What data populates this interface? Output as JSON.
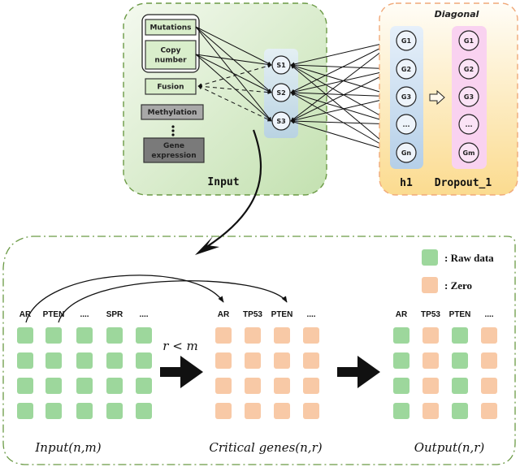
{
  "top_panel": {
    "input_title": "Input",
    "input_boxes": [
      {
        "label": [
          "Mutations"
        ],
        "type": "raw"
      },
      {
        "label": [
          "Copy",
          "number"
        ],
        "type": "raw"
      },
      {
        "label": [
          "Fusion"
        ],
        "type": "raw"
      },
      {
        "label": [
          "Methylation"
        ],
        "type": "other"
      },
      {
        "label": [
          "Gene",
          "expression"
        ],
        "type": "other-dark"
      }
    ],
    "s_nodes": [
      "S1",
      "S2",
      "S3"
    ],
    "diagonal_title": "Diagonal",
    "h1_nodes": [
      "G1",
      "G2",
      "G3",
      "...",
      "Gn"
    ],
    "h1_label": "h1",
    "dropout_nodes": [
      "G1",
      "G2",
      "G3",
      "...",
      "Gm"
    ],
    "dropout_label": "Dropout_1"
  },
  "bottom_panel": {
    "legend": [
      {
        "label": ": Raw data",
        "color": "#9dd79c"
      },
      {
        "label": ": Zero",
        "color": "#f8c9a6"
      }
    ],
    "input_matrix": {
      "headers": [
        "AR",
        "PTEN",
        "....",
        "SPR",
        "...."
      ],
      "caption": "Input(n,m)",
      "rows": 4,
      "cells": [
        [
          "raw",
          "raw",
          "raw",
          "raw",
          "raw"
        ],
        [
          "raw",
          "raw",
          "raw",
          "raw",
          "raw"
        ],
        [
          "raw",
          "raw",
          "raw",
          "raw",
          "raw"
        ],
        [
          "raw",
          "raw",
          "raw",
          "raw",
          "raw"
        ]
      ]
    },
    "condition": "r < m",
    "critical_matrix": {
      "headers": [
        "AR",
        "TP53",
        "PTEN",
        "...."
      ],
      "caption": "Critical genes(n,r)",
      "cells": [
        [
          "zero",
          "zero",
          "zero",
          "zero"
        ],
        [
          "zero",
          "zero",
          "zero",
          "zero"
        ],
        [
          "zero",
          "zero",
          "zero",
          "zero"
        ],
        [
          "zero",
          "zero",
          "zero",
          "zero"
        ]
      ]
    },
    "output_matrix": {
      "headers": [
        "AR",
        "TP53",
        "PTEN",
        "...."
      ],
      "caption": "Output(n,r)",
      "cells": [
        [
          "raw",
          "zero",
          "raw",
          "zero"
        ],
        [
          "raw",
          "zero",
          "raw",
          "zero"
        ],
        [
          "raw",
          "zero",
          "raw",
          "zero"
        ],
        [
          "raw",
          "zero",
          "raw",
          "zero"
        ]
      ]
    }
  },
  "colors": {
    "raw": "#9dd79c",
    "zero": "#f8c9a6",
    "input_panel_border": "#6b9a45",
    "diagonal_panel_border": "#f0a878"
  }
}
